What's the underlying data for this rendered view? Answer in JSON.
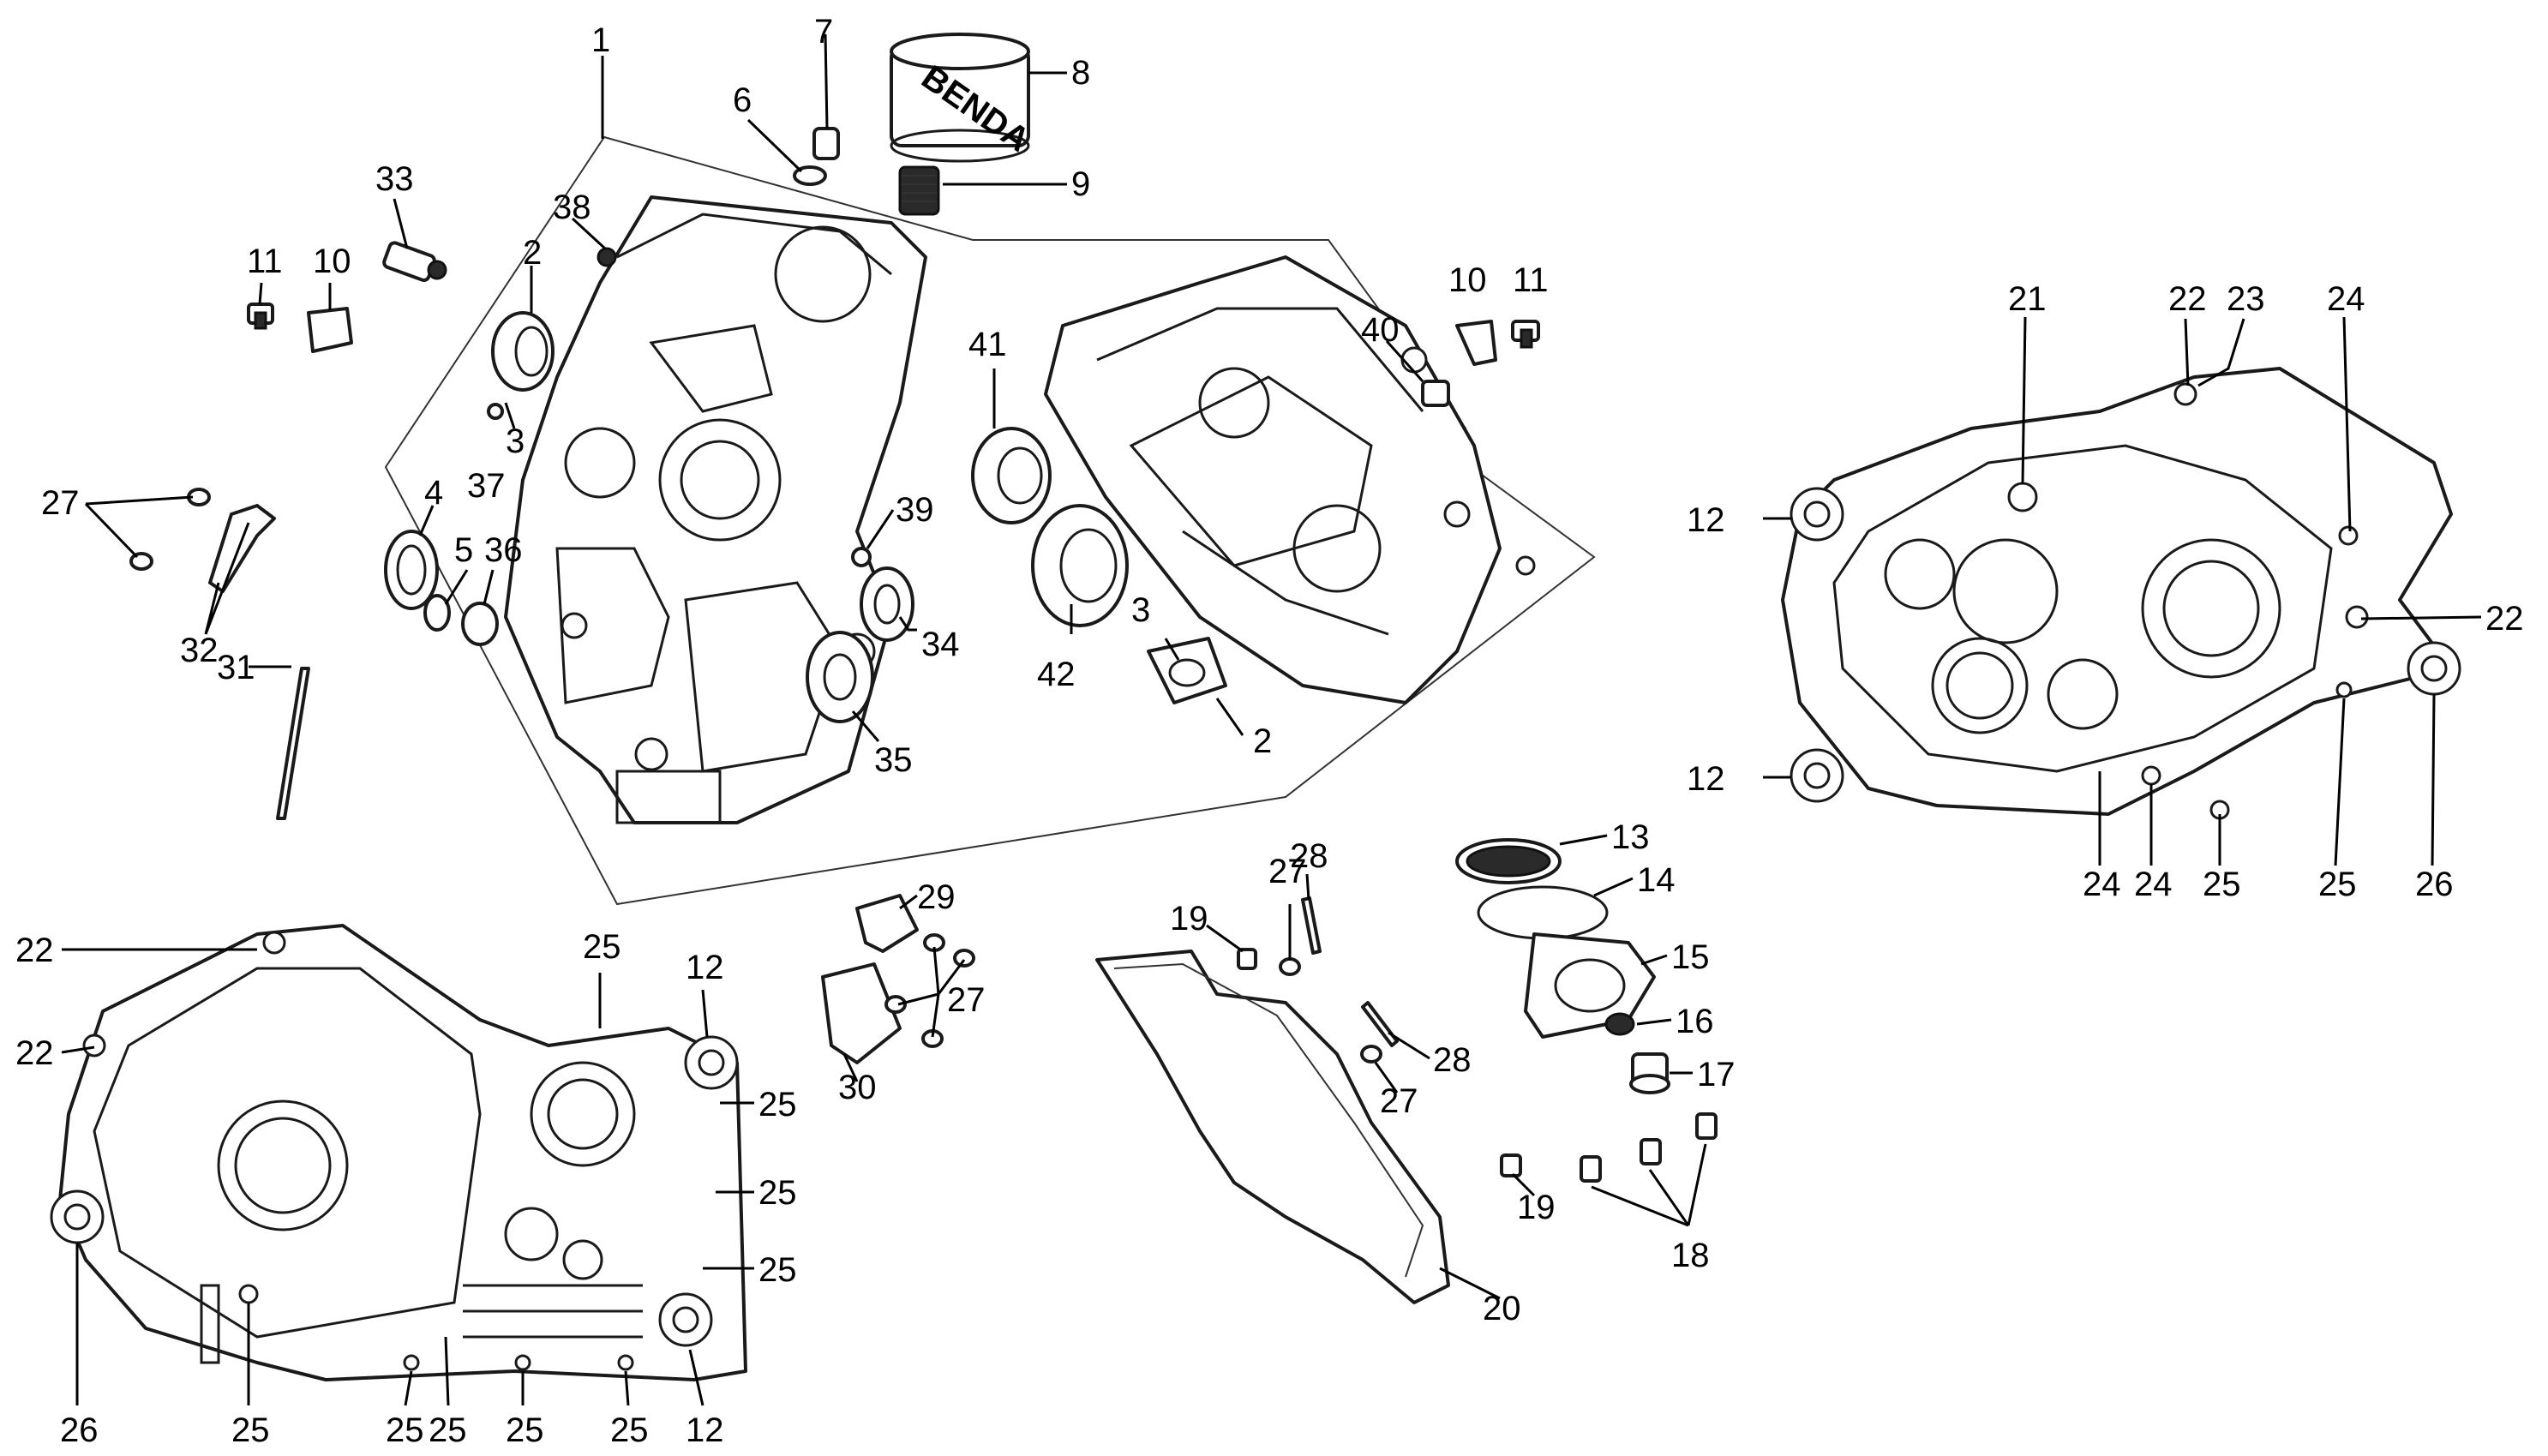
{
  "diagram": {
    "oil_filter_brand_text": "BENDA",
    "callouts": {
      "c1": "1",
      "c2a": "2",
      "c2b": "2",
      "c3a": "3",
      "c3b": "3",
      "c4": "4",
      "c5": "5",
      "c6": "6",
      "c7": "7",
      "c8": "8",
      "c9": "9",
      "c10a": "10",
      "c10b": "10",
      "c11a": "11",
      "c11b": "11",
      "c12a": "12",
      "c12b": "12",
      "c12c": "12",
      "c12d": "12",
      "c13": "13",
      "c14": "14",
      "c15": "15",
      "c16": "16",
      "c17": "17",
      "c18": "18",
      "c19a": "19",
      "c19b": "19",
      "c20": "20",
      "c21": "21",
      "c22a": "22",
      "c22b": "22",
      "c22c": "22",
      "c22d": "22",
      "c23": "23",
      "c24a": "24",
      "c24b": "24",
      "c24c": "24",
      "c25a": "25",
      "c25b": "25",
      "c25c": "25",
      "c25d": "25",
      "c25e": "25",
      "c25f": "25",
      "c25g": "25",
      "c25h": "25",
      "c25i": "25",
      "c25j": "25",
      "c25k": "25",
      "c26a": "26",
      "c26b": "26",
      "c27a": "27",
      "c27b": "27",
      "c27c": "27",
      "c27d": "27",
      "c28a": "28",
      "c28b": "28",
      "c29": "29",
      "c30": "30",
      "c31": "31",
      "c32": "32",
      "c33": "33",
      "c34": "34",
      "c35": "35",
      "c36": "36",
      "c37": "37",
      "c38": "38",
      "c39": "39",
      "c40": "40",
      "c41": "41",
      "c42": "42"
    }
  }
}
